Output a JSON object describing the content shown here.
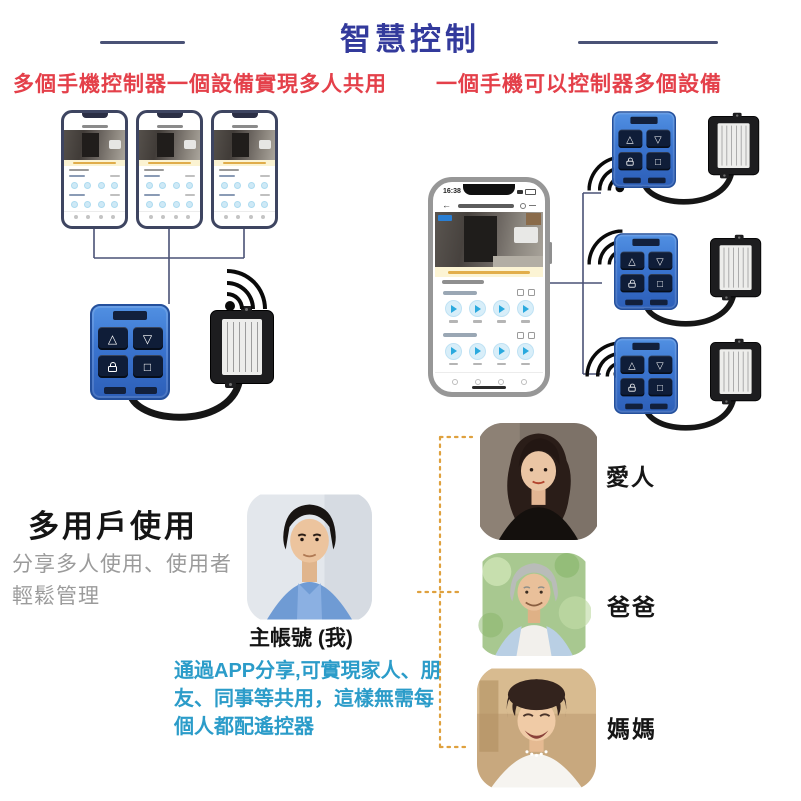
{
  "title": "智慧控制",
  "sections": {
    "left_heading": "多個手機控制器一個設備實現多人共用",
    "right_heading": "一個手機可以控制器多個設備"
  },
  "phone": {
    "time": "16:38",
    "back": "←"
  },
  "remote_icons": {
    "up": "△",
    "down": "▽",
    "stop": "□"
  },
  "multiuser": {
    "heading": "多用戶使用",
    "desc_line1": "分享多人使用、使用者",
    "desc_line2": "輕鬆管理",
    "owner_label": "主帳號 (我)",
    "note_line1": "通過APP分享,可實現家人、朋",
    "note_line2": "友、同事等共用，這樣無需每",
    "note_line3": "個人都配遙控器",
    "members": [
      {
        "label": "愛人"
      },
      {
        "label": "爸爸"
      },
      {
        "label": "媽媽"
      }
    ]
  },
  "colors": {
    "title_blue": "#333a9c",
    "heading_red": "#e4404a",
    "note_blue": "#2b9cc9",
    "dashed_orange": "#dfa13e",
    "connector_navy": "#4a5276",
    "remote_blue": "#3a74cf",
    "app_accent_blue": "#2aa9de"
  }
}
